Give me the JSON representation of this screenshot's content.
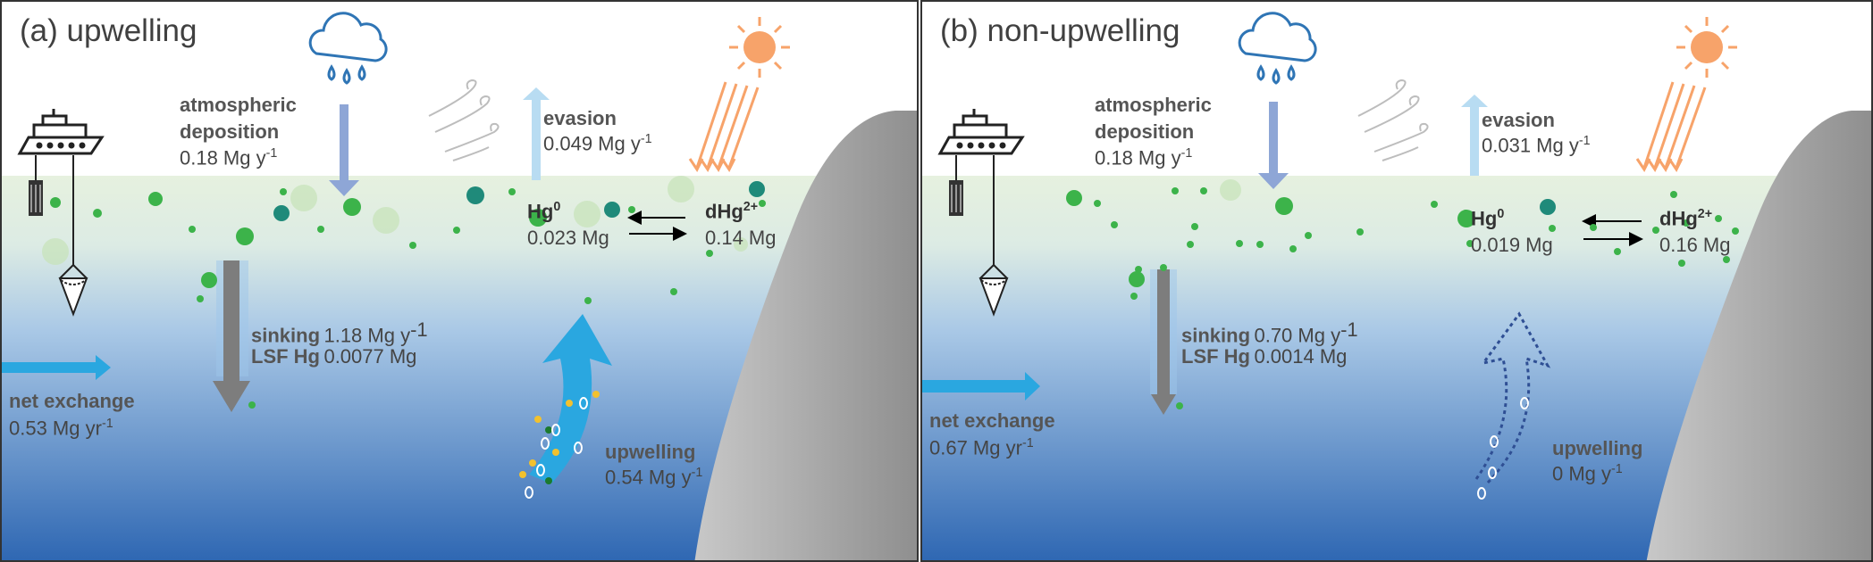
{
  "colors": {
    "sky": "#ffffff",
    "surface_layer": "#e2efdc",
    "deep_water": "#2f69b4",
    "arrow_blue": "#2aa7e0",
    "deposition_arrow": "#8ea6d6",
    "evasion_arrow": "#b8dcf2",
    "sinking_arrow": "#7d7d7d",
    "sun": "#f7a36a",
    "cloud": "#2f75b5",
    "particle_green": "#3cb34a",
    "land": "#a6a6a6"
  },
  "panels": [
    {
      "title": "(a) upwelling",
      "deposition": {
        "label_1": "atmospheric",
        "label_2": "deposition",
        "value": "0.18 Mg y",
        "unit_sup": "-1"
      },
      "evasion": {
        "label": "evasion",
        "value": "0.049 Mg y",
        "unit_sup": "-1"
      },
      "hg0": {
        "label": "Hg",
        "sup": "0",
        "value": "0.023 Mg"
      },
      "dhg": {
        "label": "dHg",
        "sup": "2+",
        "value": "0.14 Mg"
      },
      "sinking": {
        "label": "sinking",
        "value": "1.18 Mg y",
        "unit_sup": "-1"
      },
      "lsf": {
        "label": "LSF Hg",
        "value": "0.0077 Mg"
      },
      "net_exchange": {
        "label": "net exchange",
        "value": "0.53 Mg yr",
        "unit_sup": "-1"
      },
      "upwelling": {
        "label": "upwelling",
        "value": "0.54 Mg y",
        "unit_sup": "-1"
      }
    },
    {
      "title": "(b) non-upwelling",
      "deposition": {
        "label_1": "atmospheric",
        "label_2": "deposition",
        "value": "0.18 Mg y",
        "unit_sup": "-1"
      },
      "evasion": {
        "label": "evasion",
        "value": "0.031 Mg y",
        "unit_sup": "-1"
      },
      "hg0": {
        "label": "Hg",
        "sup": "0",
        "value": "0.019 Mg"
      },
      "dhg": {
        "label": "dHg",
        "sup": "2+",
        "value": "0.16 Mg"
      },
      "sinking": {
        "label": "sinking",
        "value": "0.70 Mg y",
        "unit_sup": "-1"
      },
      "lsf": {
        "label": "LSF Hg",
        "value": "0.0014 Mg"
      },
      "net_exchange": {
        "label": "net exchange",
        "value": "0.67 Mg yr",
        "unit_sup": "-1"
      },
      "upwelling": {
        "label": "upwelling",
        "value": "0 Mg y",
        "unit_sup": "-1"
      }
    }
  ],
  "icons": [
    "rain-cloud-icon",
    "sun-icon",
    "wind-icon",
    "ship-icon",
    "sediment-trap-icon",
    "sampler-icon",
    "coastline-shape"
  ]
}
